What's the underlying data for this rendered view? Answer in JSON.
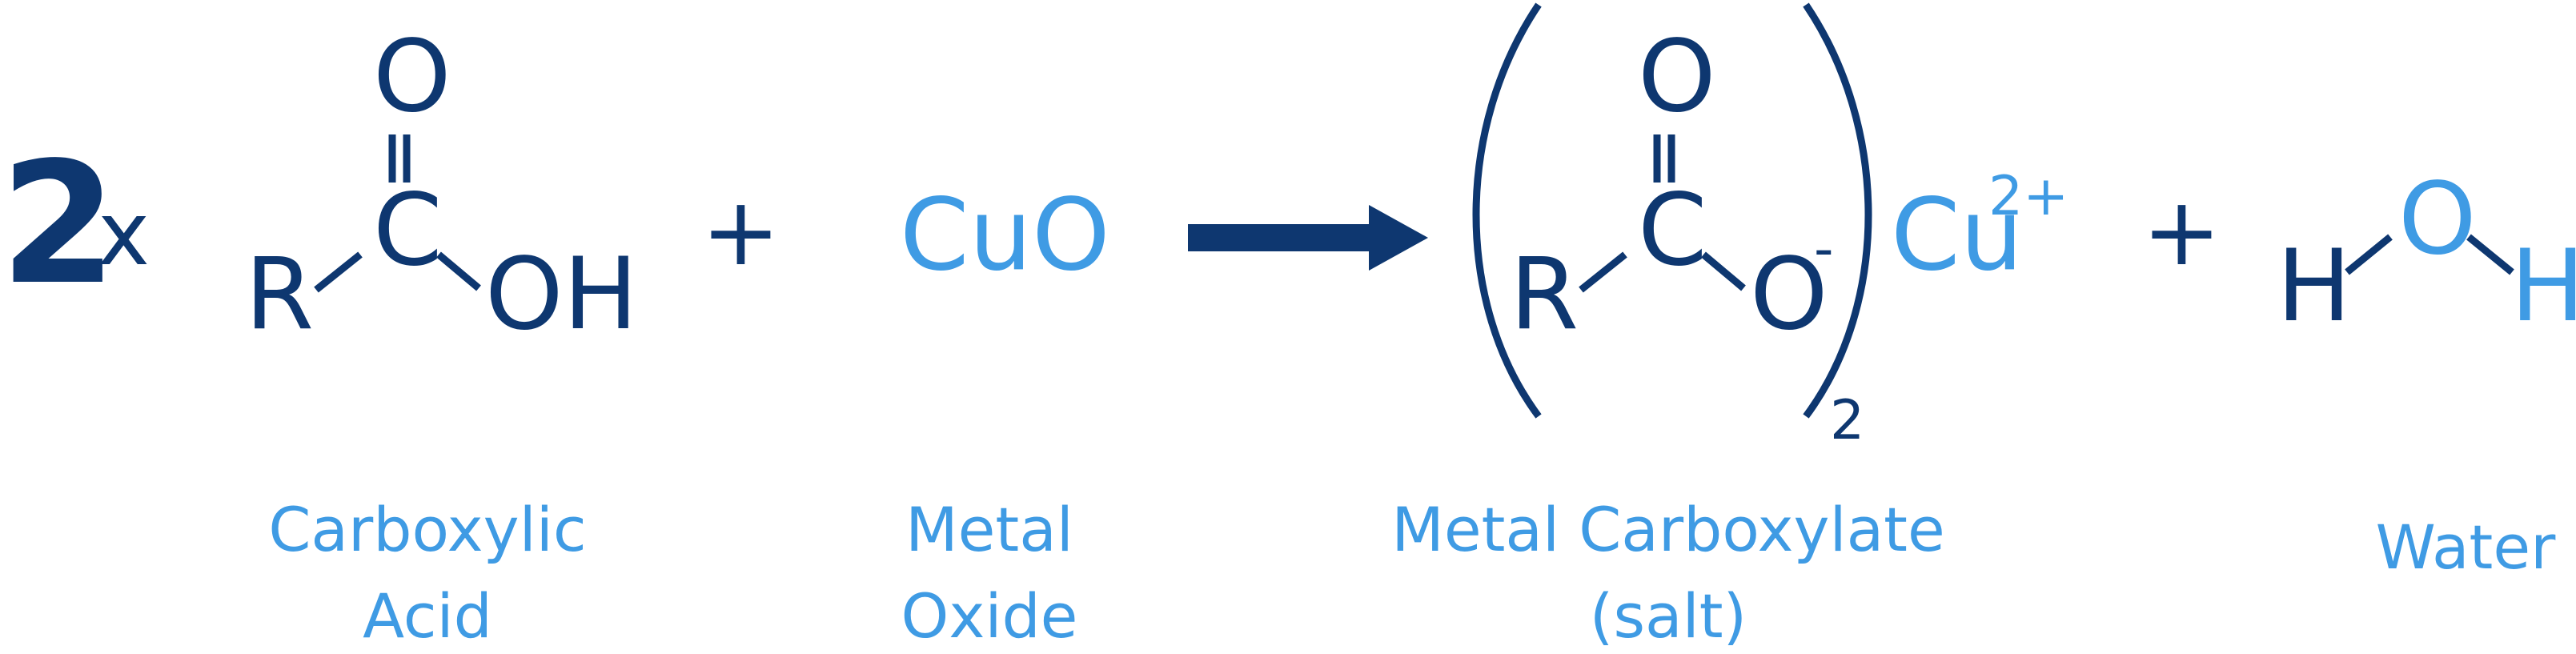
{
  "colors": {
    "dark": "#0e3770",
    "light": "#3f9be4",
    "background": "#ffffff"
  },
  "equation": {
    "coefficient": "2",
    "multiply_sign": "x",
    "plus_sign": "+",
    "reactant_acid": {
      "r": "R",
      "c": "C",
      "o": "O",
      "oh": "OH"
    },
    "reactant_oxide": {
      "formula": "CuO"
    },
    "arrow": "reaction-arrow",
    "product_salt": {
      "r": "R",
      "c": "C",
      "o": "O",
      "o_minus": "O",
      "minus": "-",
      "subscript": "2",
      "cation": "Cu",
      "charge": "2+"
    },
    "product_water": {
      "h_left": "H",
      "o": "O",
      "h_right": "H"
    }
  },
  "captions": {
    "acid": [
      "Carboxylic",
      "Acid"
    ],
    "oxide": [
      "Metal",
      "Oxide"
    ],
    "salt": [
      "Metal Carboxylate",
      "(salt)"
    ],
    "water": [
      "Water"
    ]
  }
}
